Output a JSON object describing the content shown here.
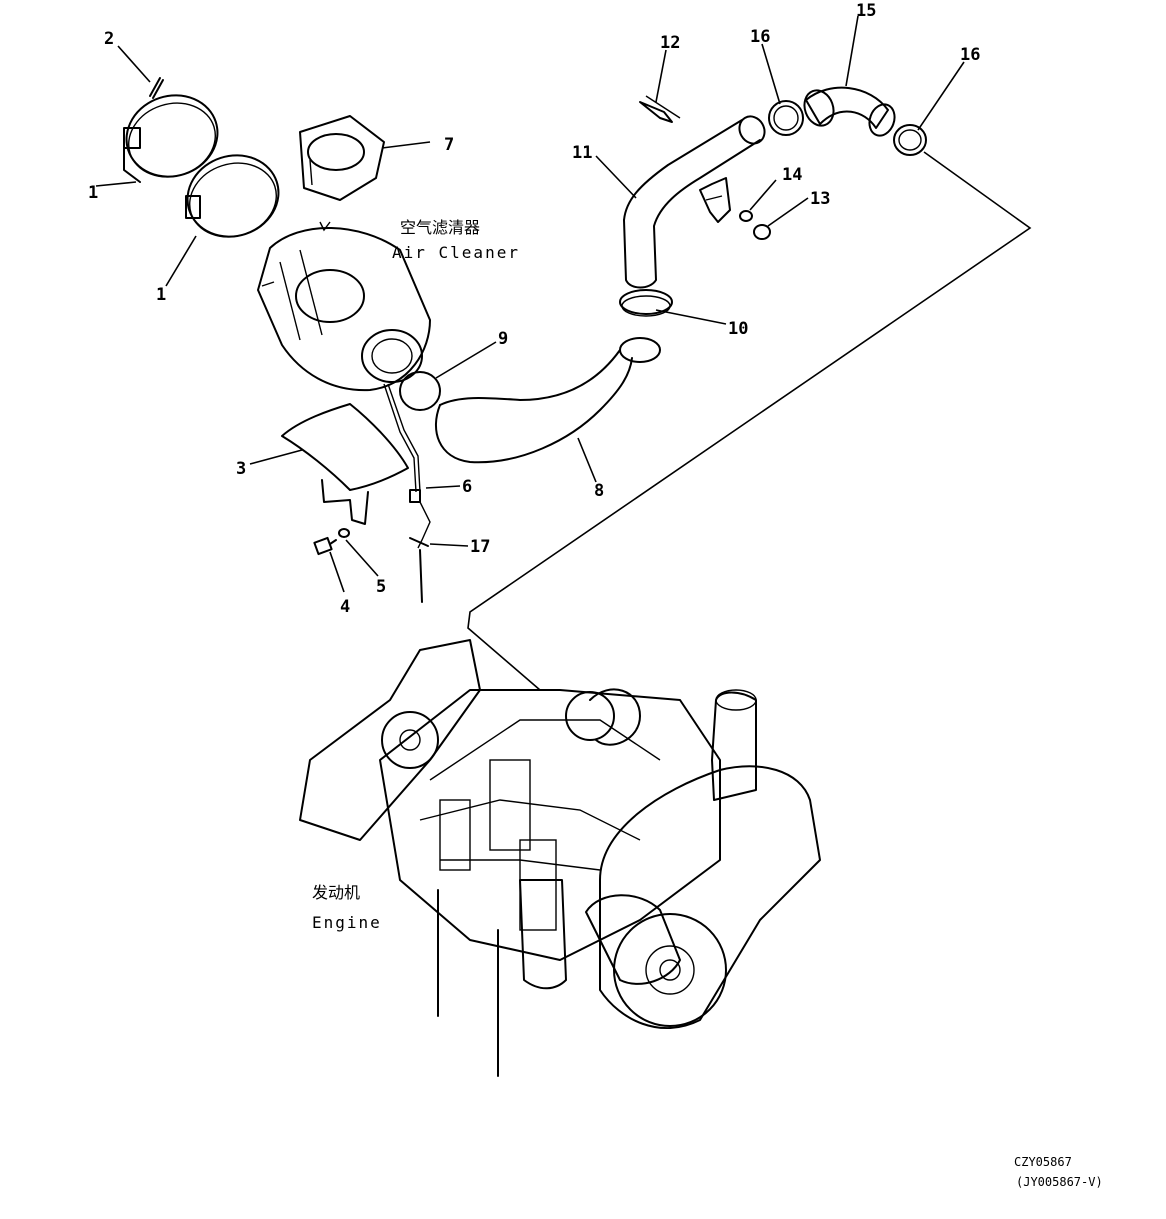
{
  "labels": {
    "air_cleaner_cn": "空气滤清器",
    "air_cleaner_en": "Air Cleaner",
    "engine_cn": "发动机",
    "engine_en": "Engine"
  },
  "callouts": {
    "c1a": "1",
    "c1b": "1",
    "c2": "2",
    "c3": "3",
    "c4": "4",
    "c5": "5",
    "c6": "6",
    "c7": "7",
    "c8": "8",
    "c9": "9",
    "c10": "10",
    "c11": "11",
    "c12": "12",
    "c13": "13",
    "c14": "14",
    "c15": "15",
    "c16a": "16",
    "c16b": "16",
    "c17": "17"
  },
  "drawing_ids": {
    "primary": "CZY05867",
    "secondary": "(JY005867-V)"
  }
}
